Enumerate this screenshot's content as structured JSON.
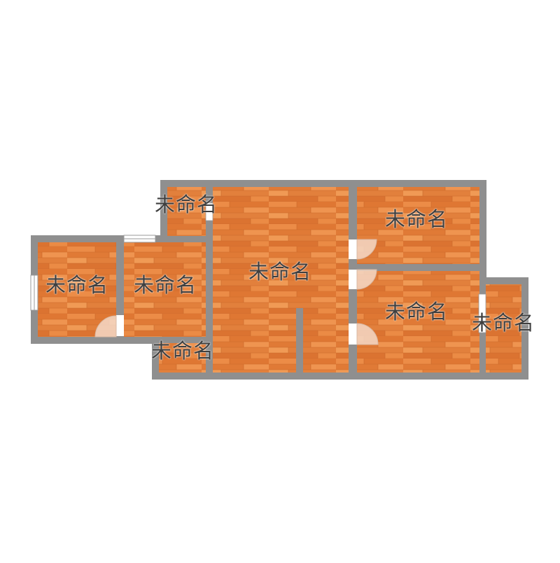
{
  "colors": {
    "wall": "#8f8f8f",
    "floor": "#e8843e",
    "floor_dark": "#d56f2a",
    "floor_light": "#f09a55",
    "window": "#ffffff",
    "door": "#f4d9c8",
    "label": "#3f3f3f"
  },
  "rooms": [
    {
      "id": "room-top-small",
      "name": "未命名"
    },
    {
      "id": "room-left",
      "name": "未命名"
    },
    {
      "id": "room-left-middle",
      "name": "未命名"
    },
    {
      "id": "room-center",
      "name": "未命名"
    },
    {
      "id": "room-upper-right",
      "name": "未命名"
    },
    {
      "id": "room-lower-right",
      "name": "未命名"
    },
    {
      "id": "room-right-small",
      "name": "未命名"
    },
    {
      "id": "room-bottom-small",
      "name": "未命名"
    }
  ]
}
